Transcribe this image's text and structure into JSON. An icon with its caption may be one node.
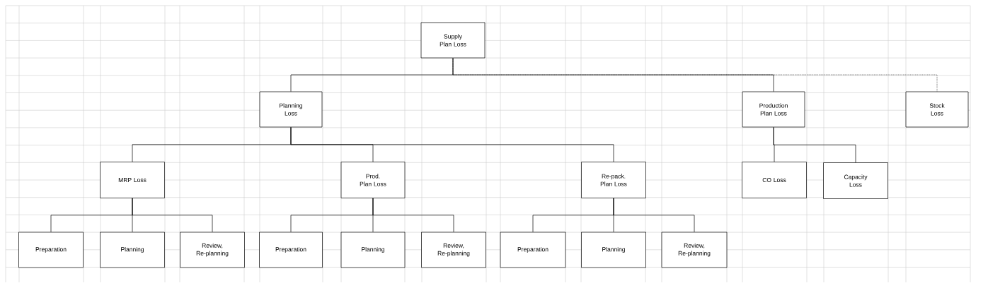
{
  "diagram": {
    "nodes": [
      {
        "text": [
          "Supply Plan Loss"
        ]
      },
      {
        "text": [
          "Planning Loss"
        ]
      },
      {
        "text": [
          "Production Plan Loss"
        ]
      },
      {
        "text": [
          "Stock Loss"
        ]
      },
      {
        "text": [
          "MRP Loss"
        ]
      },
      {
        "text": [
          "Prod. Plan Loss"
        ]
      },
      {
        "text": [
          "Re-pack. Plan Loss"
        ]
      },
      {
        "text": [
          "CO Loss"
        ]
      },
      {
        "text": [
          "Capacity Loss"
        ]
      },
      {
        "text": [
          "Preparation"
        ]
      },
      {
        "text": [
          "Planning"
        ]
      },
      {
        "text": [
          "Review, Re-planning"
        ]
      },
      {
        "text": [
          "Preparation"
        ]
      },
      {
        "text": [
          "Planning"
        ]
      },
      {
        "text": [
          "Review, Re-planning"
        ]
      },
      {
        "text": [
          "Preparation"
        ]
      },
      {
        "text": [
          "Planning"
        ]
      },
      {
        "text": [
          "Review, Re-planning"
        ]
      }
    ],
    "edges": [
      {
        "from": 0,
        "to": 1,
        "arrow": "none"
      },
      {
        "from": 0,
        "to": 2,
        "arrow": "none"
      },
      {
        "from": 0,
        "to": 3,
        "arrow": "none",
        "style": "dashed"
      },
      {
        "from": 1,
        "to": 4,
        "arrow": "none"
      },
      {
        "from": 1,
        "to": 5,
        "arrow": "none"
      },
      {
        "from": 1,
        "to": 6,
        "arrow": "none"
      },
      {
        "from": 2,
        "to": 7,
        "arrow": "none"
      },
      {
        "from": 2,
        "to": 8,
        "arrow": "none"
      },
      {
        "from": 4,
        "to": 9,
        "arrow": "none"
      },
      {
        "from": 4,
        "to": 10,
        "arrow": "none"
      },
      {
        "from": 4,
        "to": 11,
        "arrow": "none"
      },
      {
        "from": 5,
        "to": 12,
        "arrow": "none"
      },
      {
        "from": 5,
        "to": 13,
        "arrow": "none"
      },
      {
        "from": 5,
        "to": 14,
        "arrow": "none"
      },
      {
        "from": 6,
        "to": 15,
        "arrow": "none"
      },
      {
        "from": 6,
        "to": 16,
        "arrow": "none"
      },
      {
        "from": 6,
        "to": 17,
        "arrow": "none"
      }
    ]
  }
}
